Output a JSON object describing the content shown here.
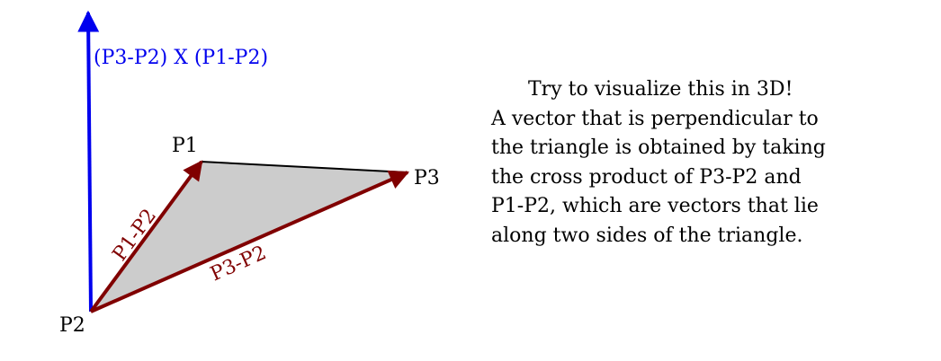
{
  "colors": {
    "normal_vector": "#0000ee",
    "edge_vectors": "#800000",
    "triangle_fill": "#cccccc",
    "triangle_edge": "#000000",
    "text": "#000000"
  },
  "labels": {
    "normal": "(P3-P2) X (P1-P2)",
    "p1": "P1",
    "p2": "P2",
    "p3": "P3",
    "edge_p1_p2": "P1-P2",
    "edge_p3_p2": "P3-P2"
  },
  "explanation": {
    "lines": [
      "Try to visualize this in 3D!",
      "A vector that is perpendicular to",
      "the triangle is obtained by taking",
      "the cross product of P3-P2 and",
      "P1-P2, which are vectors that lie",
      "along two sides of the triangle."
    ]
  }
}
